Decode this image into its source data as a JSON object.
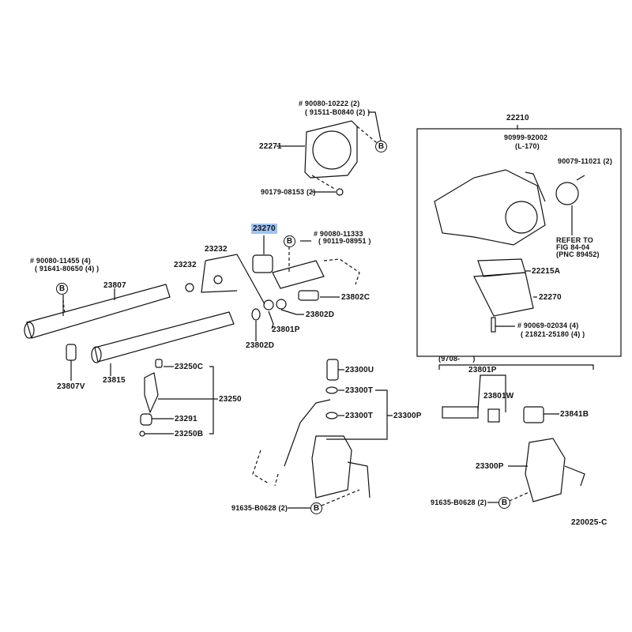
{
  "figure_number": "220025-C",
  "highlighted_part": "23270",
  "ref_marker": "B",
  "labels": {
    "gasket_bolt_a": "# 90080-10222 (2)",
    "gasket_bolt_b": "( 91511-B0840 (2) )",
    "gasket": "22271",
    "gasket_nut": "90179-08153 (2)",
    "regulator": "23270",
    "reg_bolt_a": "# 90080-11333",
    "reg_bolt_b": "( 90119-08951 )",
    "washer_1": "23232",
    "washer_2": "23232",
    "rail_bolt_a": "# 90080-11455 (4)",
    "rail_bolt_b": "( 91641-80650 (4) )",
    "rail_1": "23807",
    "union_bolt": "23802C",
    "gasket_d1": "23802D",
    "hose": "23801P",
    "gasket_d2": "23802D",
    "spacer": "23807V",
    "rail_2": "23815",
    "inj_cushion": "23250C",
    "injector": "23250",
    "insulator": "23291",
    "oring": "23250B",
    "pump_bolt": "23300U",
    "pump_gasket_1": "23300T",
    "pump_gasket_2": "23300T",
    "pump": "23300P",
    "pump_bolt_left": "91635-B0628 (2)",
    "throttle_body": "22210",
    "tb_hose": "90999-92002",
    "tb_hose_len": "(L-170)",
    "tps_screw": "90079-11021 (2)",
    "refer_1": "REFER TO",
    "refer_2": "FIG 84-04",
    "refer_3": "(PNC 89452)",
    "tb_gasket": "22215A",
    "iac_valve": "22270",
    "iac_bolt_a": "# 90069-02034 (4)",
    "iac_bolt_b": "( 21821-25180 (4) )",
    "date_range": "(9708-      )",
    "hose_2": "23801P",
    "clip": "23801W",
    "connector": "23841B",
    "pump_2": "23300P",
    "pump_bolt_right": "91635-B0628 (2)"
  }
}
